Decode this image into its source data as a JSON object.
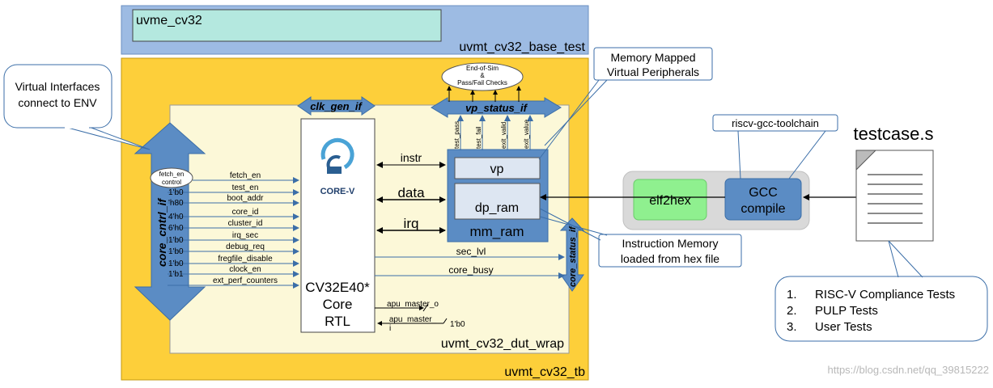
{
  "blocks": {
    "base_test": "uvmt_cv32_base_test",
    "env": "uvme_cv32",
    "tb": "uvmt_cv32_tb",
    "dut_wrap": "uvmt_cv32_dut_wrap",
    "core_line1": "CV32E40*",
    "core_line2": "Core",
    "core_line3": "RTL",
    "core_logo": "CORE-V",
    "vp": "vp",
    "dp_ram": "dp_ram",
    "mm_ram": "mm_ram",
    "elf2hex": "elf2hex",
    "gcc_line1": "GCC",
    "gcc_line2": "compile",
    "testcase": "testcase.s"
  },
  "interfaces": {
    "clk_gen": "clk_gen_if",
    "vp_status": "vp_status_if",
    "core_cntrl": "core_cntrl_if",
    "core_status": "core_status_if",
    "fetch_control_line1": "fetch_en",
    "fetch_control_line2": "control",
    "end_of_sim_line1": "End-of-Sim",
    "end_of_sim_line2": "&",
    "end_of_sim_line3": "Pass/Fail Checks"
  },
  "vp_status_signals": [
    "test_pass",
    "test_fail",
    "exit_valid",
    "exit_value"
  ],
  "bus_labels": {
    "instr": "instr",
    "data": "data",
    "irq": "irq"
  },
  "control_signals": [
    {
      "value": "",
      "name": "fetch_en"
    },
    {
      "value": "1'b0",
      "name": "test_en"
    },
    {
      "value": "'h80",
      "name": "boot_addr"
    },
    {
      "value": "4'h0",
      "name": "core_id"
    },
    {
      "value": "6'h0",
      "name": "cluster_id"
    },
    {
      "value": "1'b0",
      "name": "irq_sec"
    },
    {
      "value": "1'b0",
      "name": "debug_req"
    },
    {
      "value": "1'b0",
      "name": "fregfile_disable"
    },
    {
      "value": "1'b1",
      "name": "clock_en"
    },
    {
      "value": "",
      "name": "ext_perf_counters"
    }
  ],
  "status_signals": {
    "sec_lvl": "sec_lvl",
    "core_busy": "core_busy"
  },
  "apu": {
    "master_o": "apu_master_o",
    "master_i_line1": "apu_master_",
    "master_i_line2": "i",
    "tie": "1'b0"
  },
  "callouts": {
    "virtual_if_line1": "Virtual Interfaces",
    "virtual_if_line2": "connect to ENV",
    "mmvp_line1": "Memory Mapped",
    "mmvp_line2": "Virtual Peripherals",
    "toolchain": "riscv-gcc-toolchain",
    "imem_line1": "Instruction Memory",
    "imem_line2": "loaded from hex file"
  },
  "test_list": [
    {
      "num": "1.",
      "label": "RISC-V Compliance Tests"
    },
    {
      "num": "2.",
      "label": "PULP Tests"
    },
    {
      "num": "3.",
      "label": "User Tests"
    }
  ],
  "watermark": "https://blog.csdn.net/qq_39815222",
  "colors": {
    "base_test_fill": "#9dbbe3",
    "env_fill": "#b4e8df",
    "tb_fill": "#fdcf3a",
    "dut_wrap_fill": "#fcf8d8",
    "interface_arrow": "#5b8cc4",
    "mm_ram_fill": "#5b8cc4",
    "toolchain_box": "#d9d9d9",
    "elf2hex_fill": "#8ff08f",
    "gcc_fill": "#5b8cc4"
  }
}
